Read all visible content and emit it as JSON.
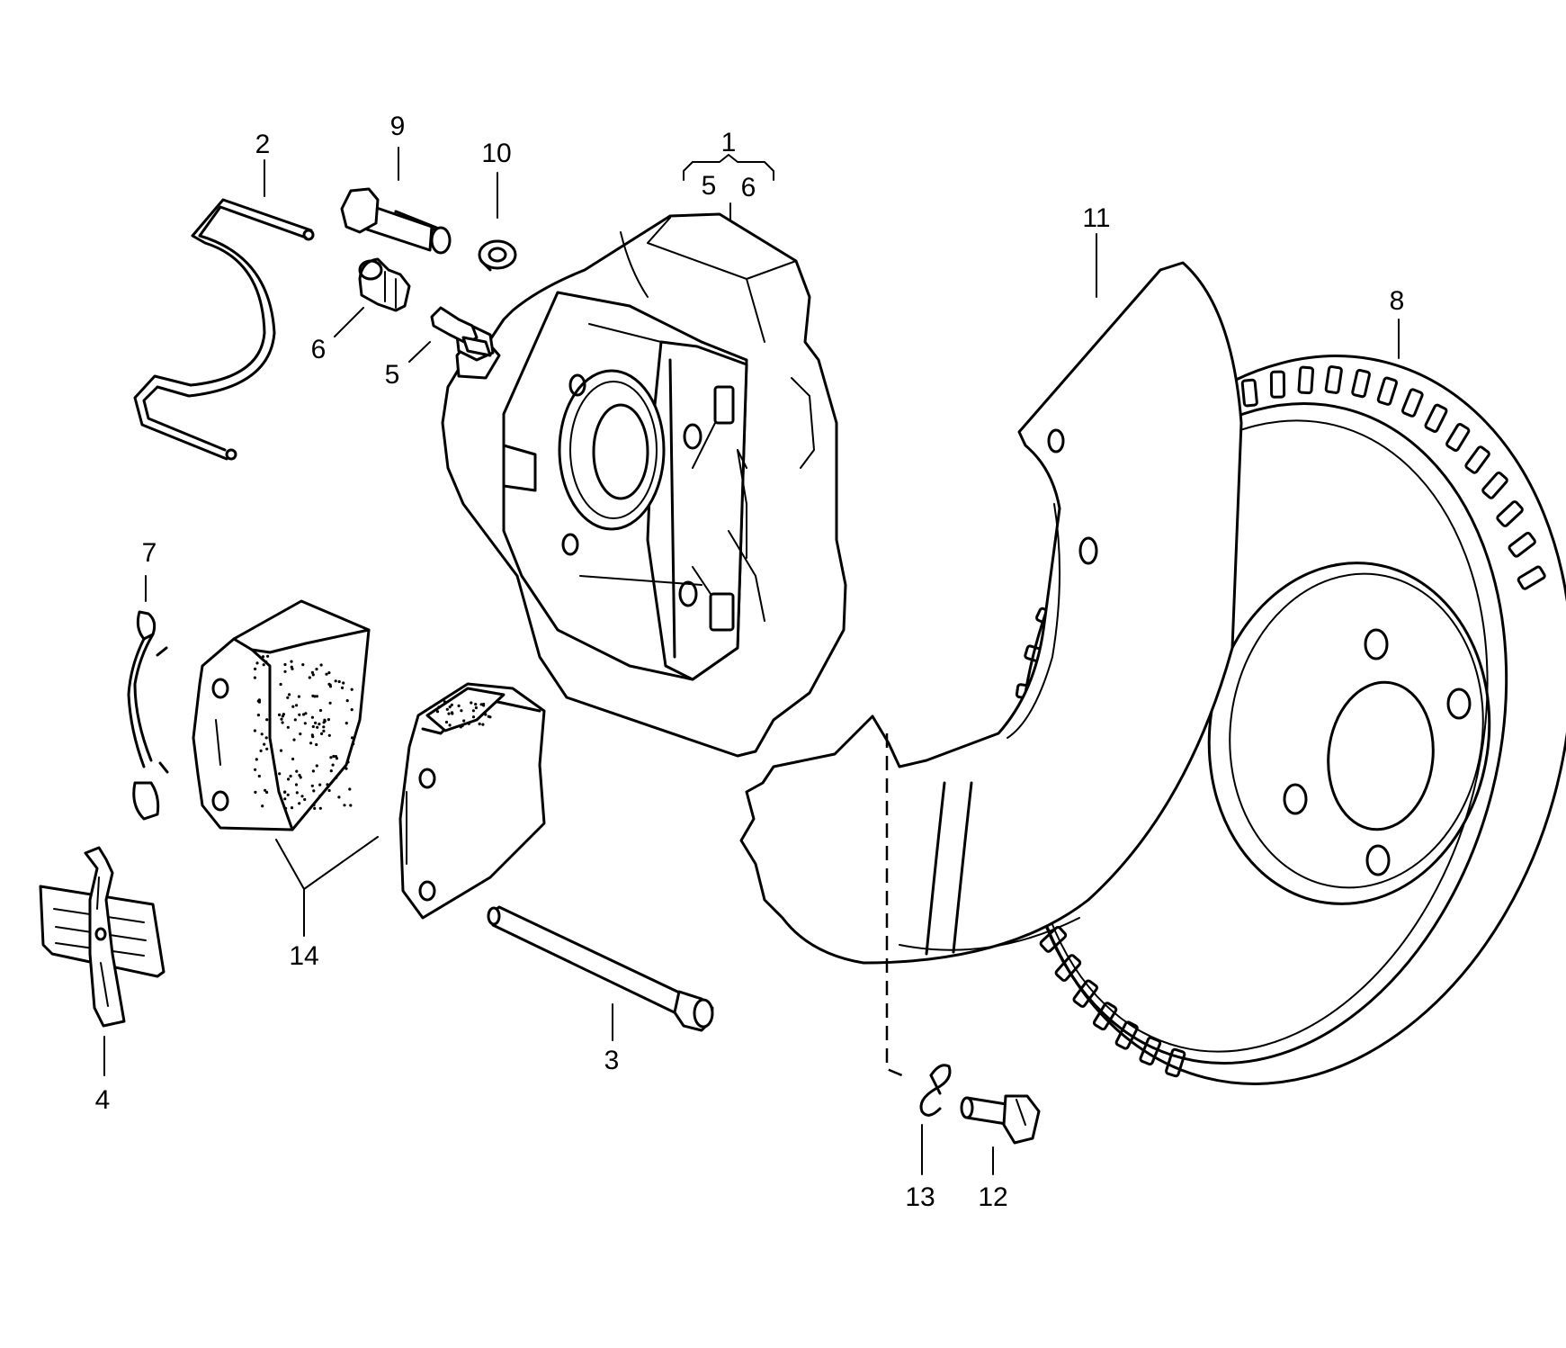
{
  "callouts": [
    {
      "id": "1",
      "text": "1"
    },
    {
      "id": "1a",
      "text": "5"
    },
    {
      "id": "1b",
      "text": "6"
    },
    {
      "id": "2",
      "text": "2"
    },
    {
      "id": "3",
      "text": "3"
    },
    {
      "id": "4",
      "text": "4"
    },
    {
      "id": "5",
      "text": "5"
    },
    {
      "id": "6",
      "text": "6"
    },
    {
      "id": "7",
      "text": "7"
    },
    {
      "id": "8",
      "text": "8"
    },
    {
      "id": "9",
      "text": "9"
    },
    {
      "id": "10",
      "text": "10"
    },
    {
      "id": "11",
      "text": "11"
    },
    {
      "id": "12",
      "text": "12"
    },
    {
      "id": "13",
      "text": "13"
    },
    {
      "id": "14",
      "text": "14"
    }
  ]
}
